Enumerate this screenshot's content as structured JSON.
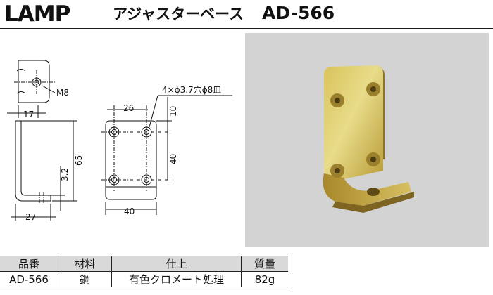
{
  "header": {
    "brand": "LAMP",
    "product_name": "アジャスターベース",
    "model": "AD-566"
  },
  "drawing": {
    "labels": {
      "thread": "M8",
      "dim_17": "17",
      "dim_27": "27",
      "dim_65": "65",
      "dim_3_2": "3.2",
      "dim_26": "26",
      "dim_10": "10",
      "dim_40_vertical": "40",
      "dim_40_horizontal": "40",
      "holes": "4×ϕ3.7穴ϕ8皿"
    }
  },
  "photo": {
    "icons": [
      "bracket-photo"
    ]
  },
  "spec_table": {
    "headers": [
      "品番",
      "材料",
      "仕上",
      "質量"
    ],
    "row": [
      "AD-566",
      "鋼",
      "有色クロメート処理",
      "82g"
    ]
  }
}
